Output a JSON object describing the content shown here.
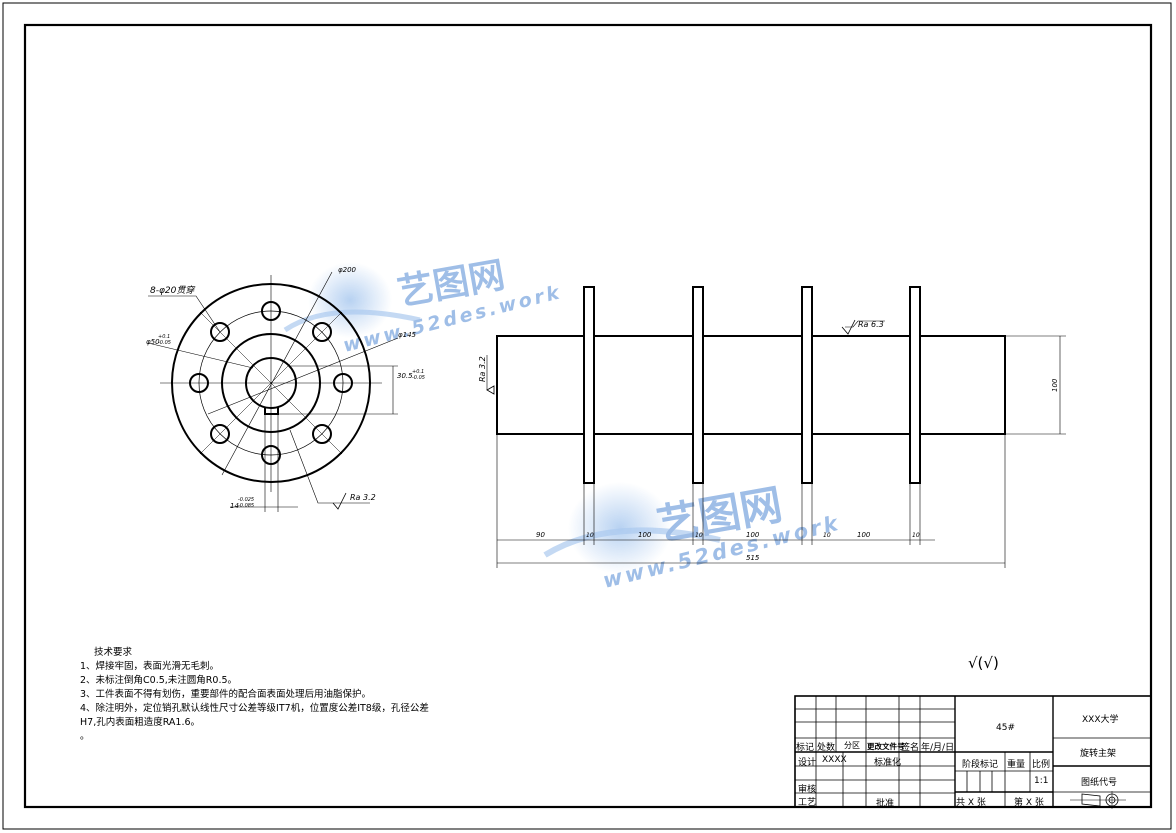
{
  "watermark": {
    "brand": "艺图网",
    "url": "www.52des.work"
  },
  "left_view": {
    "holes_note": "8-φ20贯穿",
    "bore_dim": "φ50",
    "bore_tol_upper": "+0.1",
    "bore_tol_lower": "-0.05",
    "pcd_dim": "φ200",
    "ring_dim": "φ145",
    "keyway_depth_dim": "30.5",
    "keyway_depth_tol_upper": "+0.1",
    "keyway_depth_tol_lower": "-0.05",
    "keyway_width_dim": "14",
    "keyway_width_tol_upper": "-0.025",
    "keyway_width_tol_lower": "-0.085",
    "roughness": "Ra 3.2"
  },
  "front_view": {
    "roughness_top": "Ra 6.3",
    "roughness_left": "Ra 3.2",
    "dim_height": "100",
    "dims_row": [
      "90",
      "10",
      "100",
      "10",
      "100",
      "10",
      "100",
      "10"
    ],
    "dim_total": "515"
  },
  "surface_symbol": "√(√)",
  "tech_requirements": {
    "title": "技术要求",
    "lines": [
      "1、焊接牢固，表面光滑无毛刺。",
      "2、未标注倒角C0.5,未注圆角R0.5。",
      "3、工件表面不得有划伤，重要部件的配合面表面处理后用油脂保护。",
      "4、除注明外，定位销孔默认线性尺寸公差等级IT7机，位置度公差IT8级，孔径公差",
      "H7,孔内表面粗造度RA1.6。",
      "。"
    ]
  },
  "title_block": {
    "header_labels": [
      "标记",
      "处数",
      "分区",
      "更改文件号",
      "签名",
      "年/月/日"
    ],
    "design_label": "设计",
    "designer": "XXXX",
    "standard_label": "标准化",
    "review_label": "审核",
    "process_label": "工艺",
    "approve_label": "批准",
    "material": "45#",
    "stage_label": "阶段标记",
    "weight_label": "重量",
    "scale_label": "比例",
    "scale_value": "1:1",
    "sheets_total": "共  X  张",
    "sheets_current": "第  X  张",
    "university": "XXX大学",
    "part_name": "旋转主架",
    "drawing_no_label": "图纸代号"
  }
}
